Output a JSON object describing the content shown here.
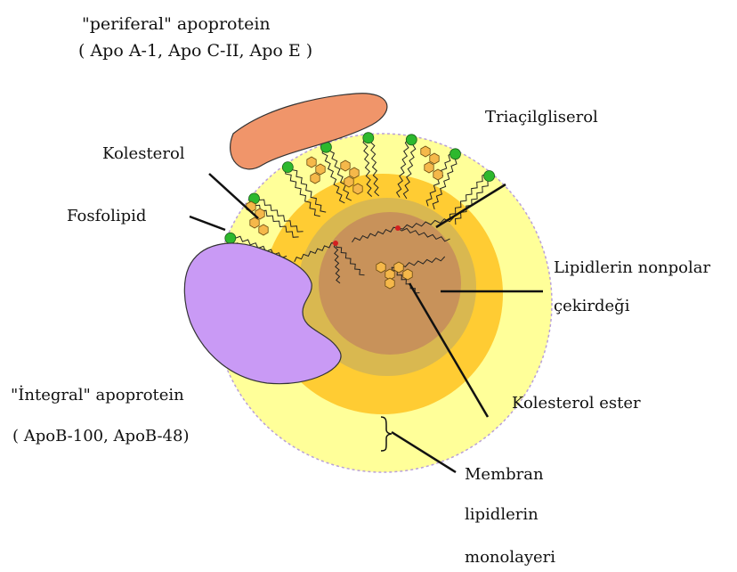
{
  "labels": {
    "peripheral_title": "\"periferal\" apoprotein",
    "peripheral_list": "( Apo A-1, Apo C-II, Apo E )",
    "triacylglycerol": "Triaçilgliserol",
    "cholesterol": "Kolesterol",
    "phospholipid": "Fosfolipid",
    "nonpolar_core_line1": "Lipidlerin nonpolar",
    "nonpolar_core_line2": "çekirdeği",
    "integral_title": "\"İntegral\" apoprotein",
    "integral_list": "( ApoB-100, ApoB-48)",
    "cholesterol_ester": "Kolesterol ester",
    "monolayer_line1": "Membran",
    "monolayer_line2": "lipidlerin",
    "monolayer_line3": "monolayeri"
  },
  "colors": {
    "outer_shell": "#ffff99",
    "inner_shell": "#ffcc33",
    "core_ring": "#d9b850",
    "core": "#c8925a",
    "peripheral_protein": "#f0956a",
    "integral_protein": "#c99af5",
    "phospholipid_head": "#2db82d",
    "sterol_ring": "#f5b84a",
    "leader_line": "#111111"
  }
}
